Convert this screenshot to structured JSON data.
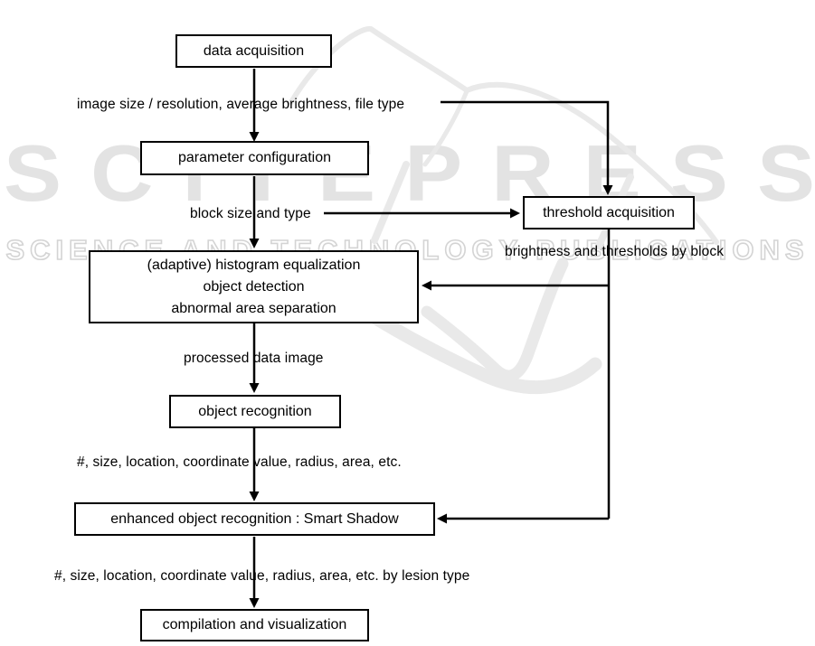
{
  "watermark": {
    "brand": "SCITEPRESS",
    "tagline": "SCIENCE AND TECHNOLOGY PUBLICATIONS",
    "brand_color": "#e3e3e3",
    "tagline_outline_color": "#d4d4d4",
    "logo_color": "#e9e9e9"
  },
  "flowchart": {
    "line_color": "#000000",
    "background_color": "#ffffff",
    "nodes": [
      {
        "id": "data-acquisition",
        "label": "data acquisition"
      },
      {
        "id": "parameter-configuration",
        "label": "parameter configuration"
      },
      {
        "id": "threshold-acquisition",
        "label": "threshold acquisition"
      },
      {
        "id": "processing",
        "lines": [
          "(adaptive) histogram equalization",
          "object detection",
          "abnormal area separation"
        ]
      },
      {
        "id": "object-recognition",
        "label": "object recognition"
      },
      {
        "id": "enhanced-object-recognition",
        "label": "enhanced object recognition : Smart Shadow"
      },
      {
        "id": "compilation-visualization",
        "label": "compilation and visualization"
      }
    ],
    "edge_labels": [
      "image size / resolution, average brightness, file type",
      "block size and type",
      "brightness and thresholds by block",
      "processed data image",
      "#, size, location, coordinate value, radius, area, etc.",
      "#, size, location, coordinate value, radius, area, etc. by lesion type"
    ]
  }
}
